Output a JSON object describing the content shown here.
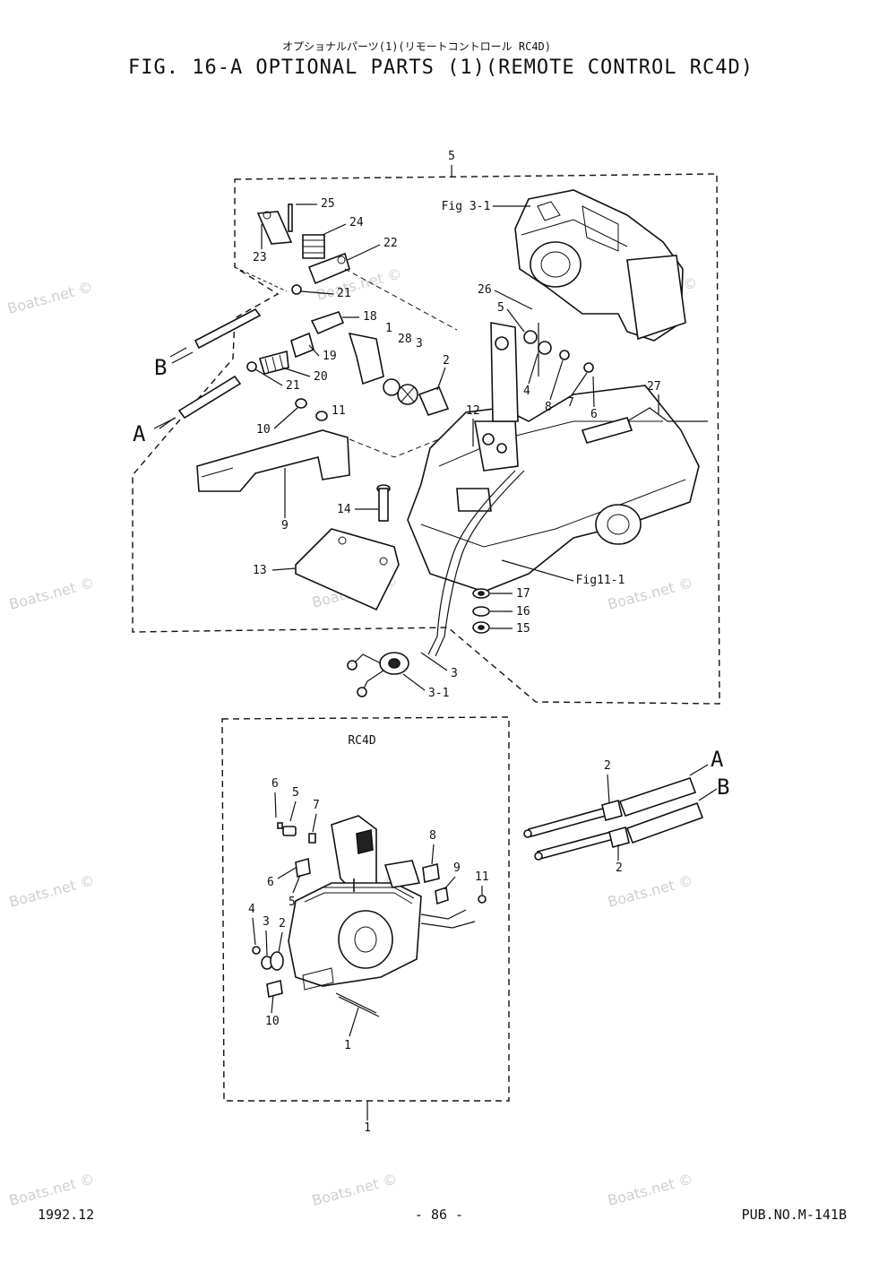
{
  "header": {
    "subtitle_jp": "オプショナルパーツ(1)(リモートコントロール RC4D)",
    "title": "FIG. 16-A OPTIONAL PARTS (1)(REMOTE CONTROL RC4D)"
  },
  "watermark": "Boats.net ©",
  "upper_group_label": "5",
  "lower_group_label": "1",
  "rc4d_label": "RC4D",
  "references": {
    "fig3": "Fig 3-1",
    "fig11": "Fig11-1"
  },
  "cable_ends": {
    "a": "A",
    "b": "B"
  },
  "upper_callouts": {
    "c25": "25",
    "c24": "24",
    "c22": "22",
    "c23": "23",
    "c21a": "21",
    "c21b": "21",
    "c18": "18",
    "c1": "1",
    "c28": "28",
    "c3": "3",
    "c19": "19",
    "c20": "20",
    "c2": "2",
    "c10": "10",
    "c11": "11",
    "c9": "9",
    "c14": "14",
    "c13": "13",
    "c26": "26",
    "c5": "5",
    "c4": "4",
    "c8": "8",
    "c7": "7",
    "c6": "6",
    "c27": "27",
    "c12": "12",
    "c17": "17",
    "c16": "16",
    "c15": "15",
    "c3b": "3",
    "c31": "3-1"
  },
  "lower_callouts": {
    "c6a": "6",
    "c5a": "5",
    "c7": "7",
    "c8": "8",
    "c9": "9",
    "c11": "11",
    "c6b": "6",
    "c5b": "5",
    "c4": "4",
    "c3": "3",
    "c2": "2",
    "c10": "10",
    "c1": "1",
    "cable_top": "2",
    "cable_bottom": "2"
  },
  "footer": {
    "date": "1992.12",
    "page": "- 86 -",
    "pub": "PUB.NO.M-141B"
  }
}
